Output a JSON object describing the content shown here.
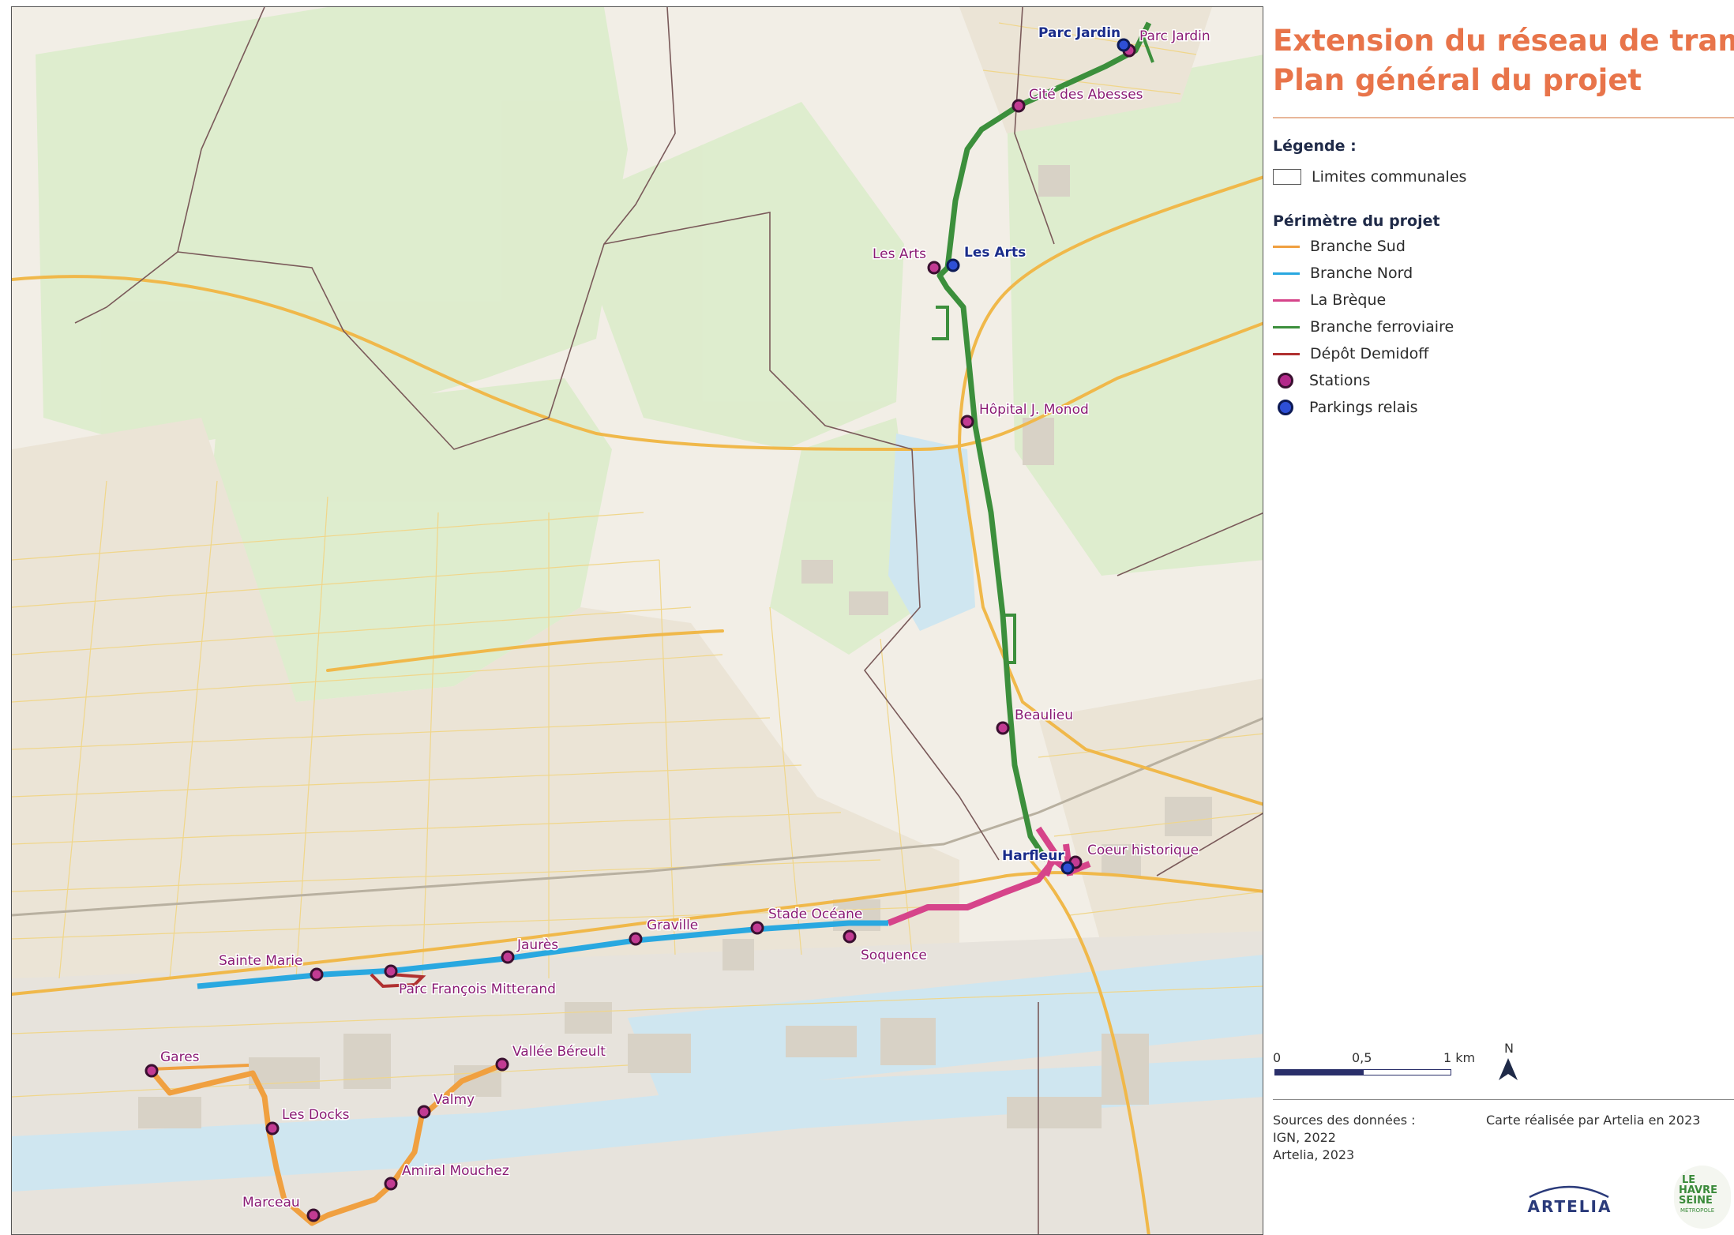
{
  "title": {
    "line1": "Extension du réseau de tramway",
    "line2": "Plan général du projet"
  },
  "legend": {
    "heading": "Légende :",
    "boundary_label": "Limites communales",
    "project_heading": "Périmètre du projet",
    "items": [
      {
        "label": "Branche Sud",
        "color": "#f0a040"
      },
      {
        "label": "Branche Nord",
        "color": "#29a8e0"
      },
      {
        "label": "La Brèque",
        "color": "#d6448a"
      },
      {
        "label": "Branche ferroviaire",
        "color": "#3c8f3c"
      },
      {
        "label": "Dépôt Demidoff",
        "color": "#b03030"
      }
    ],
    "stations_label": "Stations",
    "stations_color": "#b3288a",
    "parking_label": "Parkings relais",
    "parking_color": "#2e4fd6"
  },
  "scale": {
    "label_0": "0",
    "label_mid": "0,5",
    "label_end": "1 km",
    "north": "N"
  },
  "sources": {
    "heading": "Sources des données :",
    "line1": "IGN, 2022",
    "line2": "Artelia, 2023",
    "credit": "Carte réalisée par Artelia en 2023"
  },
  "logos": {
    "artelia": "ARTELIA",
    "lehavre_1": "LE",
    "lehavre_2": "HAVRE",
    "lehavre_3": "SEINE",
    "lehavre_4": "MÉTROPOLE"
  },
  "stations": {
    "parc_jardin": "Parc Jardin",
    "cite_abesses": "Cité des Abesses",
    "les_arts": "Les Arts",
    "hopital": "Hôpital J. Monod",
    "beaulieu": "Beaulieu",
    "coeur_historique": "Coeur historique",
    "stade_oceane": "Stade Océane",
    "soquence": "Soquence",
    "graville": "Graville",
    "jaures": "Jaurès",
    "sainte_marie": "Sainte Marie",
    "parc_mitterand": "Parc François Mitterand",
    "gares": "Gares",
    "les_docks": "Les Docks",
    "vallee_bereult": "Vallée Béreult",
    "valmy": "Valmy",
    "amiral_mouchez": "Amiral Mouchez",
    "marceau": "Marceau"
  },
  "parkings": {
    "parc_jardin": "Parc Jardin",
    "les_arts": "Les Arts",
    "harfleur": "Harfleur"
  }
}
